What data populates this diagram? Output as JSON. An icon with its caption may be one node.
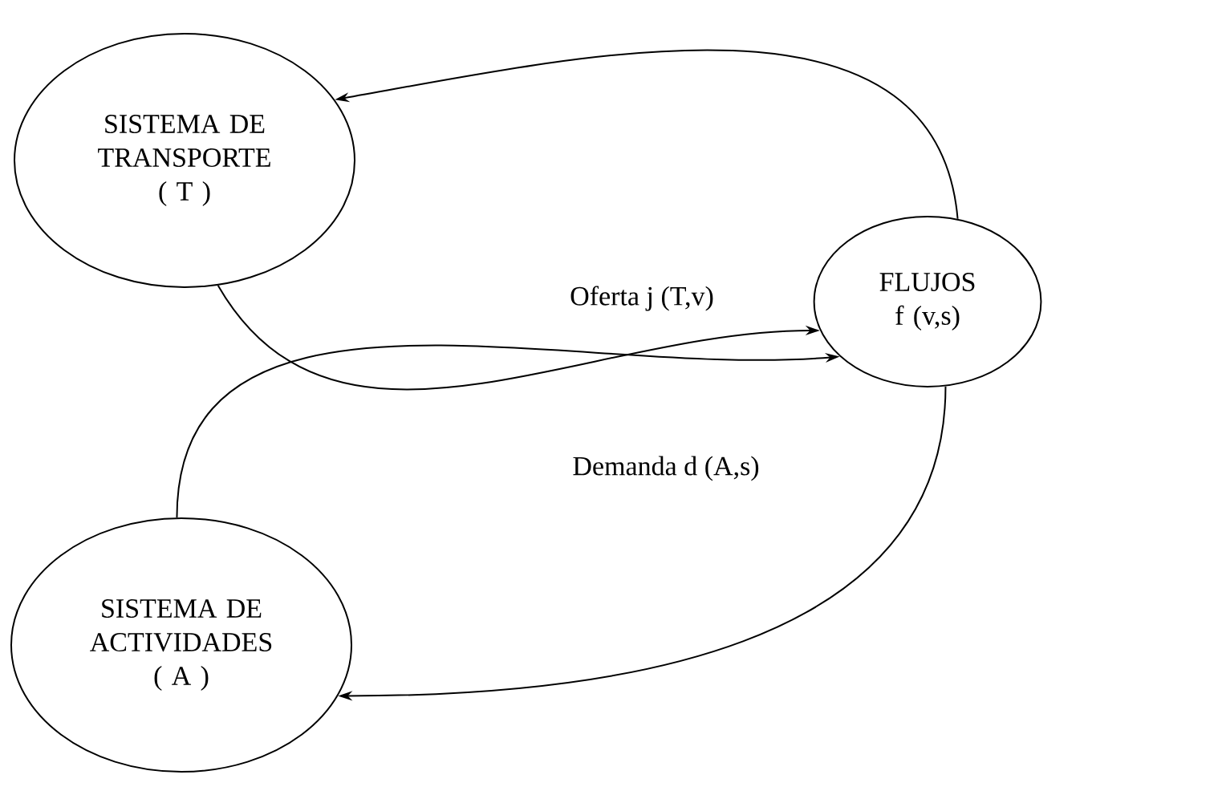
{
  "diagram": {
    "nodes": [
      {
        "text": [
          "SISTEMA DE TRANSPORTE",
          "( T )"
        ]
      },
      {
        "text": [
          "FLUJOS",
          "f (v,s)"
        ]
      },
      {
        "text": [
          "SISTEMA DE ACTIVIDADES",
          "( A )"
        ]
      }
    ],
    "edges": [
      {
        "from": 1,
        "to": 0,
        "arrow": "to"
      },
      {
        "from": 0,
        "to": 1,
        "arrow": "to",
        "label": "Oferta j (T,v)"
      },
      {
        "from": 2,
        "to": 1,
        "arrow": "to",
        "label": "Demanda d (A,s)"
      },
      {
        "from": 1,
        "to": 2,
        "arrow": "to"
      }
    ]
  }
}
